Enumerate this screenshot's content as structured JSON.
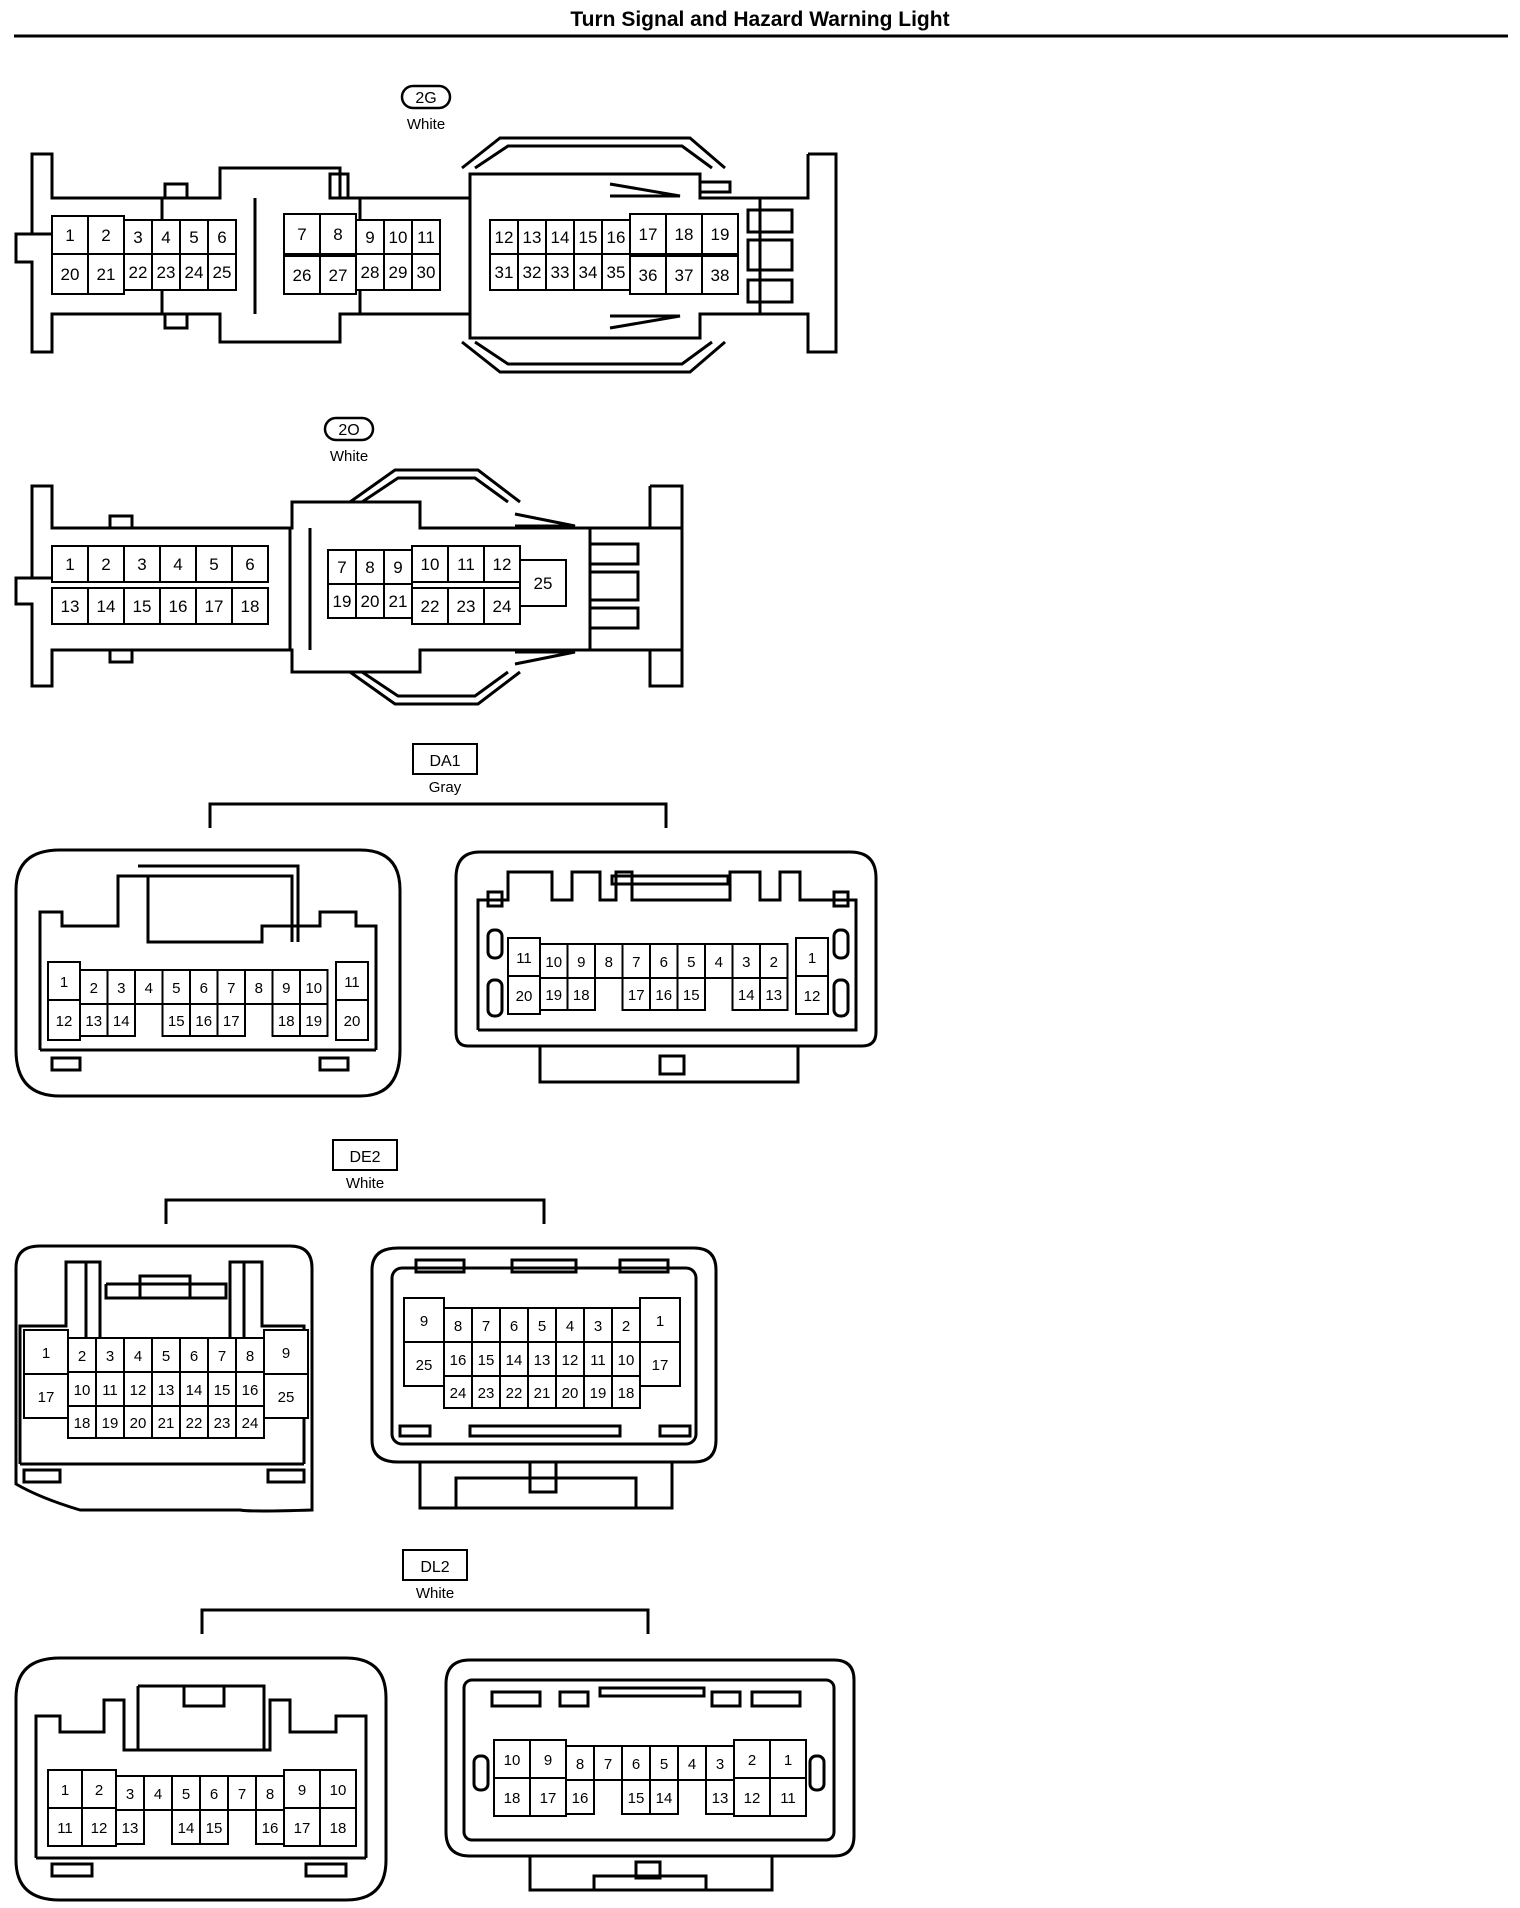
{
  "title": "Turn Signal and Hazard Warning Light",
  "connectors": [
    {
      "id": "2G",
      "color": "White",
      "pins": [
        "1",
        "2",
        "3",
        "4",
        "5",
        "6",
        "7",
        "8",
        "9",
        "10",
        "11",
        "12",
        "13",
        "14",
        "15",
        "16",
        "17",
        "18",
        "19",
        "20",
        "21",
        "22",
        "23",
        "24",
        "25",
        "26",
        "27",
        "28",
        "29",
        "30",
        "31",
        "32",
        "33",
        "34",
        "35",
        "36",
        "37",
        "38"
      ]
    },
    {
      "id": "2O",
      "color": "White",
      "pins": [
        "1",
        "2",
        "3",
        "4",
        "5",
        "6",
        "7",
        "8",
        "9",
        "10",
        "11",
        "12",
        "13",
        "14",
        "15",
        "16",
        "17",
        "18",
        "19",
        "20",
        "21",
        "22",
        "23",
        "24",
        "25"
      ]
    },
    {
      "id": "DA1",
      "color": "Gray",
      "left_pins": [
        "1",
        "2",
        "3",
        "4",
        "5",
        "6",
        "7",
        "8",
        "9",
        "10",
        "11",
        "12",
        "13",
        "14",
        "15",
        "16",
        "17",
        "18",
        "19",
        "20"
      ],
      "right_pins": [
        "11",
        "10",
        "9",
        "8",
        "7",
        "6",
        "5",
        "4",
        "3",
        "2",
        "1",
        "20",
        "19",
        "18",
        "17",
        "16",
        "15",
        "14",
        "13",
        "12"
      ]
    },
    {
      "id": "DE2",
      "color": "White",
      "left_pins": [
        "1",
        "2",
        "3",
        "4",
        "5",
        "6",
        "7",
        "8",
        "9",
        "17",
        "10",
        "11",
        "12",
        "13",
        "14",
        "15",
        "16",
        "25",
        "18",
        "19",
        "20",
        "21",
        "22",
        "23",
        "24"
      ],
      "right_pins": [
        "9",
        "8",
        "7",
        "6",
        "5",
        "4",
        "3",
        "2",
        "1",
        "25",
        "16",
        "15",
        "14",
        "13",
        "12",
        "11",
        "10",
        "17",
        "24",
        "23",
        "22",
        "21",
        "20",
        "19",
        "18"
      ]
    },
    {
      "id": "DL2",
      "color": "White",
      "left_pins": [
        "1",
        "2",
        "3",
        "4",
        "5",
        "6",
        "7",
        "8",
        "9",
        "10",
        "11",
        "12",
        "13",
        "14",
        "15",
        "16",
        "17",
        "18"
      ],
      "right_pins": [
        "10",
        "9",
        "8",
        "7",
        "6",
        "5",
        "4",
        "3",
        "2",
        "1",
        "18",
        "17",
        "16",
        "15",
        "14",
        "13",
        "12",
        "11"
      ]
    }
  ]
}
